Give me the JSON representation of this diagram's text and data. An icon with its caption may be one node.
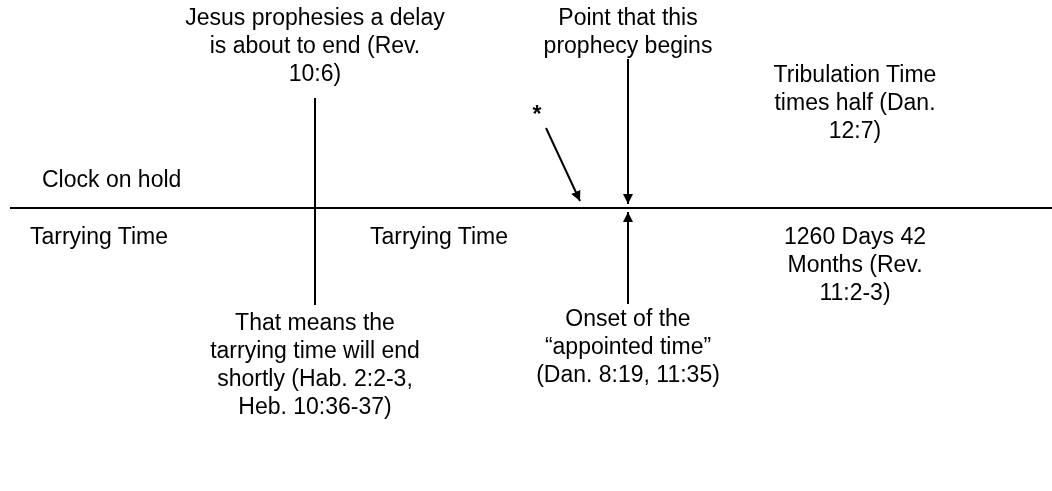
{
  "diagram": {
    "nodes": [
      {
        "text": [
          "Point that this prophecy begins"
        ]
      },
      {
        "text": [
          "*"
        ]
      },
      {
        "text": [
          "Onset of the “appointed time” (Dan. 8:19, 11:35)"
        ]
      }
    ],
    "edges": [
      {
        "from": 0,
        "to": null,
        "arrow": "to"
      },
      {
        "from": 1,
        "to": null,
        "arrow": "to"
      },
      {
        "from": 2,
        "to": null,
        "arrow": "to"
      }
    ],
    "labels": [
      "Jesus prophesies a delay is about to end (Rev. 10:6)",
      "Tribulation Time times half (Dan. 12:7)",
      "Clock on hold",
      "Tarrying Time",
      "Tarrying Time",
      "1260 Days 42 Months (Rev. 11:2-3)",
      "That means the tarrying time will end shortly (Hab. 2:2-3, Heb. 10:36-37)"
    ]
  }
}
